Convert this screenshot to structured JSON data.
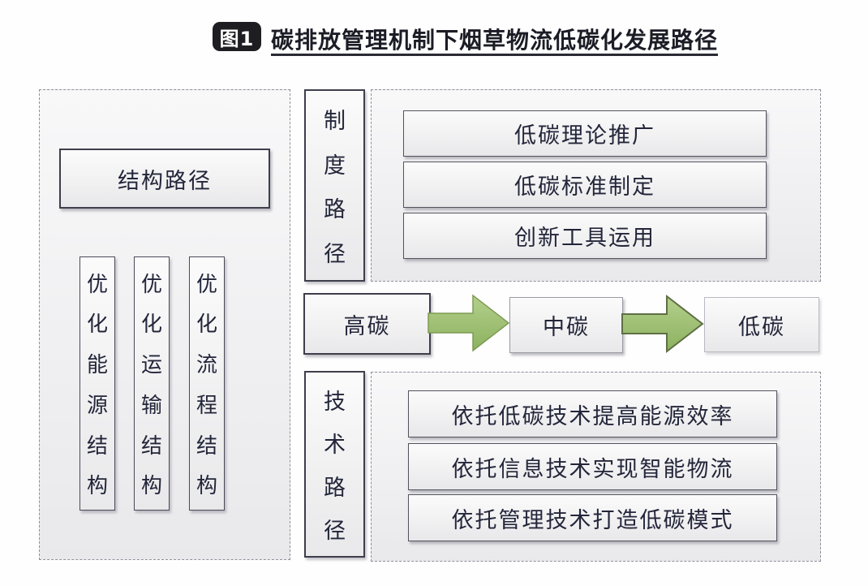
{
  "title": {
    "badge": "图1",
    "text": "碳排放管理机制下烟草物流低碳化发展路径"
  },
  "structure_path": {
    "label": "结构路径",
    "items": [
      "优化能源结构",
      "优化运输结构",
      "优化流程结构"
    ]
  },
  "institution_path": {
    "label": "制度路径",
    "measures": [
      "低碳理论推广",
      "低碳标准制定",
      "创新工具运用"
    ]
  },
  "carbon_flow": {
    "stages": [
      "高碳",
      "中碳",
      "低碳"
    ]
  },
  "technology_path": {
    "label": "技术路径",
    "measures": [
      "依托低碳技术提高能源效率",
      "依托信息技术实现智能物流",
      "依托管理技术打造低碳模式"
    ]
  },
  "colors": {
    "arrow_green": "#9fc373",
    "arrow_green_dark": "#7e9b53",
    "badge_bg": "#1e1e22",
    "box_border_dark": "#3e3e4c",
    "text": "#23263a"
  }
}
